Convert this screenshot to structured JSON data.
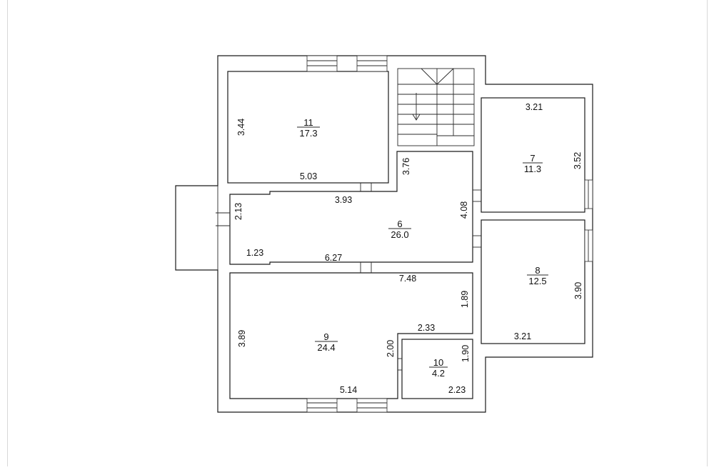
{
  "rooms": [
    {
      "id": "11",
      "area": "17.3"
    },
    {
      "id": "7",
      "area": "11.3"
    },
    {
      "id": "6",
      "area": "26.0"
    },
    {
      "id": "8",
      "area": "12.5"
    },
    {
      "id": "9",
      "area": "24.4"
    },
    {
      "id": "10",
      "area": "4.2"
    }
  ],
  "dimensions": {
    "r11_height": "3.44",
    "r11_width": "5.03",
    "stair_depth": "3.76",
    "r7_width": "3.21",
    "r7_height": "3.52",
    "r6_top": "3.93",
    "r6_left": "2.13",
    "r6_bottom_left": "1.23",
    "r6_bottom": "6.27",
    "r6_height": "4.08",
    "r9_top": "7.48",
    "r9_right_upper": "1.89",
    "r9_step": "2.33",
    "r9_left": "3.89",
    "r9_bottom": "5.14",
    "r10_left": "2.00",
    "r10_right": "1.90",
    "r10_bottom": "2.23",
    "r8_height": "3.90",
    "r8_width": "3.21"
  }
}
